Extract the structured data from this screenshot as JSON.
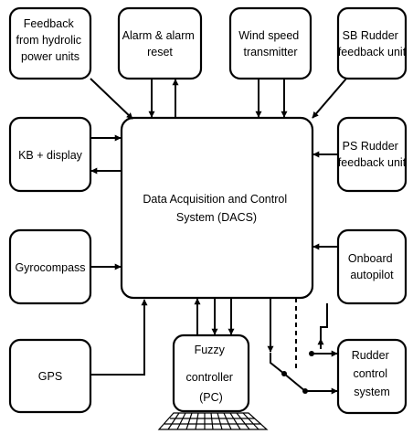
{
  "boxes": {
    "feedback_hydrolic": [
      "Feedback",
      "from hydrolic",
      "power units"
    ],
    "alarm": [
      "Alarm & alarm",
      "reset"
    ],
    "wind_speed": [
      "Wind speed",
      "transmitter"
    ],
    "sb_rudder": [
      "SB Rudder",
      "feedback unit"
    ],
    "kb_display": [
      "KB  + display"
    ],
    "ps_rudder": [
      "PS Rudder",
      "feedback unit"
    ],
    "dacs": [
      "Data Acquisition and Control",
      "System (DACS)"
    ],
    "gyrocompass": [
      "Gyrocompass"
    ],
    "onboard_autopilot": [
      "Onboard",
      "autopilot"
    ],
    "gps": [
      "GPS"
    ],
    "fuzzy": [
      "Fuzzy",
      "controller",
      "(PC)"
    ],
    "rudder_control": [
      "Rudder",
      "control",
      "system"
    ]
  }
}
